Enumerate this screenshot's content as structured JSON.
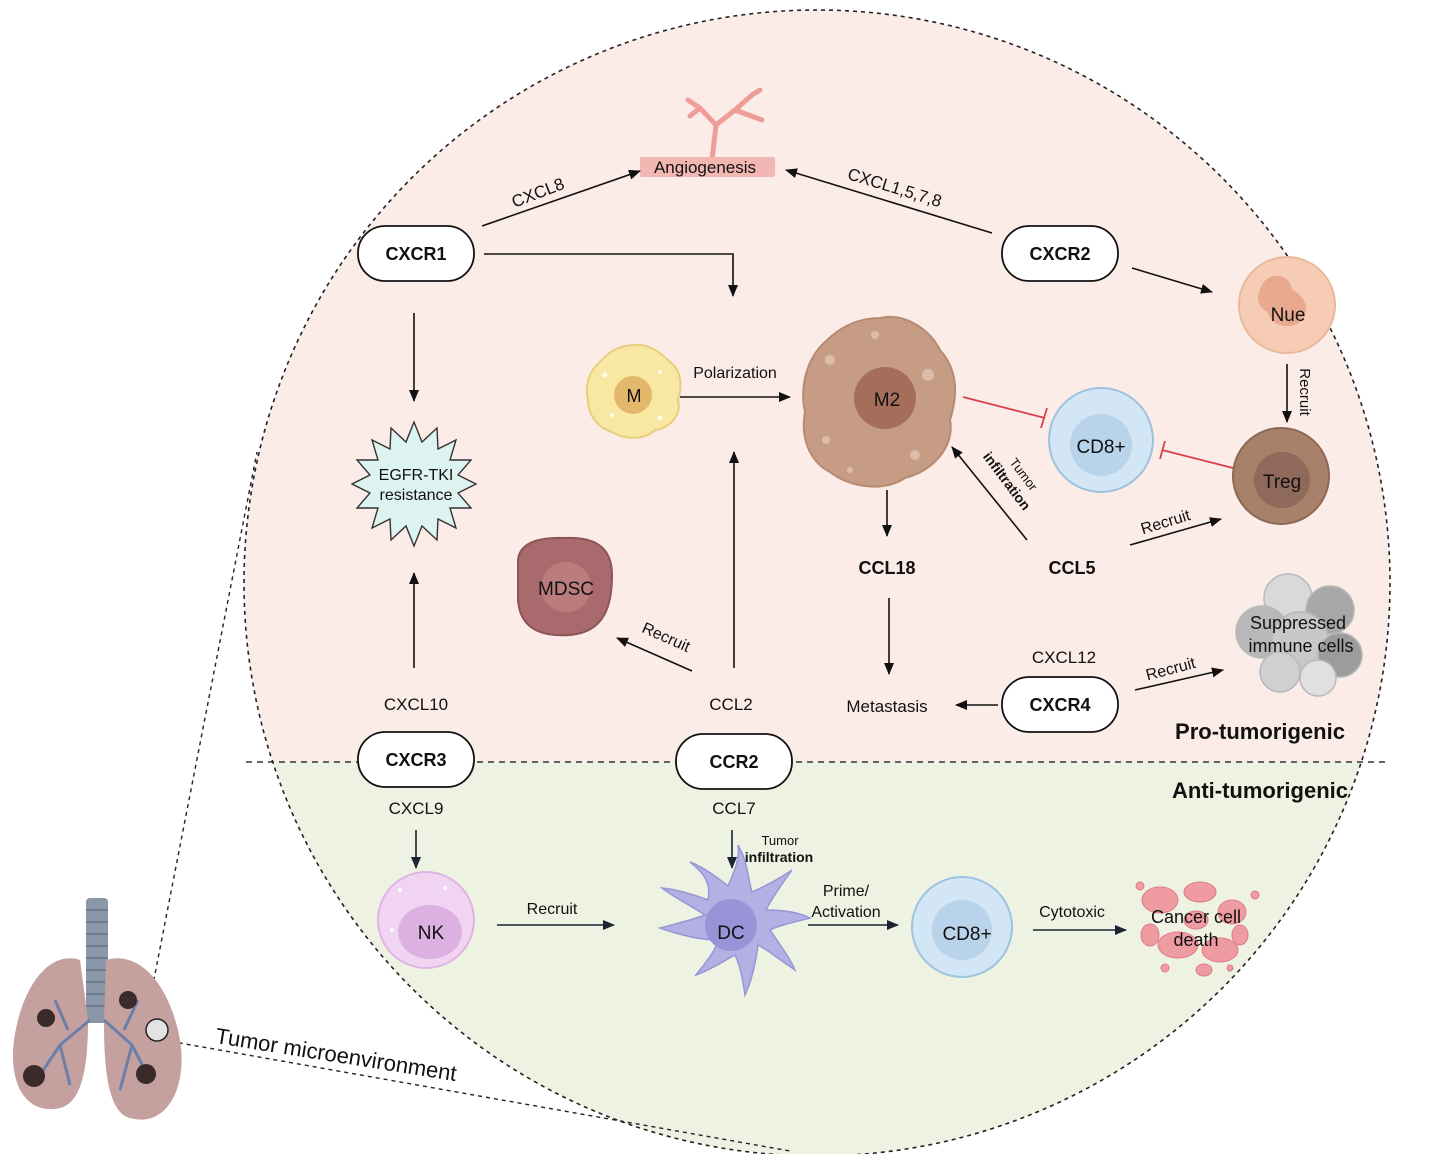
{
  "regions": {
    "pro_label": "Pro-tumorigenic",
    "anti_label": "Anti-tumorigenic",
    "microenvironment_label": "Tumor microenvironment"
  },
  "receptors": {
    "cxcr1": "CXCR1",
    "cxcr2": "CXCR2",
    "cxcr3": "CXCR3",
    "ccr2": "CCR2",
    "cxcr4": "CXCR4"
  },
  "cells": {
    "m": "M",
    "m2": "M2",
    "cd8_top": "CD8+",
    "nue": "Nue",
    "treg": "Treg",
    "mdsc": "MDSC",
    "suppressed_line1": "Suppressed",
    "suppressed_line2": "immune cells",
    "nk": "NK",
    "dc": "DC",
    "cd8_bottom": "CD8+",
    "cancer_death_line1": "Cancer cell",
    "cancer_death_line2": "death"
  },
  "outcomes": {
    "angiogenesis": "Angiogenesis",
    "egfr_line1": "EGFR-TKI",
    "egfr_line2": "resistance",
    "metastasis": "Metastasis"
  },
  "ligands": {
    "cxcl8": "CXCL8",
    "cxcl1578": "CXCL1,5,7,8",
    "ccl18": "CCL18",
    "ccl5": "CCL5",
    "cxcl12": "CXCL12",
    "cxcl10": "CXCL10",
    "ccl2": "CCL2",
    "cxcl9": "CXCL9",
    "ccl7": "CCL7"
  },
  "edge_labels": {
    "polarization": "Polarization",
    "recruit_nue_treg": "Recruit",
    "tumor_1": "Tumor",
    "infiltration_1": "infiltration",
    "recruit_ccl5": "Recruit",
    "recruit_mdsc": "Recruit",
    "recruit_suppressed": "Recruit",
    "tumor_2": "Tumor",
    "infiltration_2": "infiltration",
    "recruit_nk": "Recruit",
    "prime": "Prime/",
    "activation": "Activation",
    "cytotoxic": "Cytotoxic"
  },
  "colors": {
    "pro_bg": "#fcece8",
    "anti_bg": "#eef2e2",
    "inhibit": "#d9414b",
    "arrow": "#111111",
    "arrow_anti": "#1c2333",
    "m_cell": "#f8e8a4",
    "m2_cell": "#c79c85",
    "cd8_cell": "#d2e6f5",
    "nue_cell": "#f6cdb4",
    "treg_cell": "#a8816a",
    "mdsc_cell": "#a86a6d",
    "nk_cell": "#f0d4f2",
    "dc_cell": "#b4b0e4",
    "egfr_star": "#ddf3ef",
    "vessel": "#f0a8a2"
  }
}
